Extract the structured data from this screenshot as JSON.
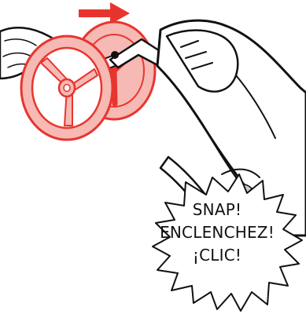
{
  "illustration": {
    "subject": "wheel-attaching-to-stroller-frame",
    "arrow_color": "#e8342f",
    "wheel_color": "#e8342f",
    "wheel_fill": "#f6b9b4",
    "line_color": "#111111"
  },
  "callout": {
    "lines": [
      "SNAP!",
      "ENCLENCHEZ!",
      "¡CLIC!"
    ]
  }
}
